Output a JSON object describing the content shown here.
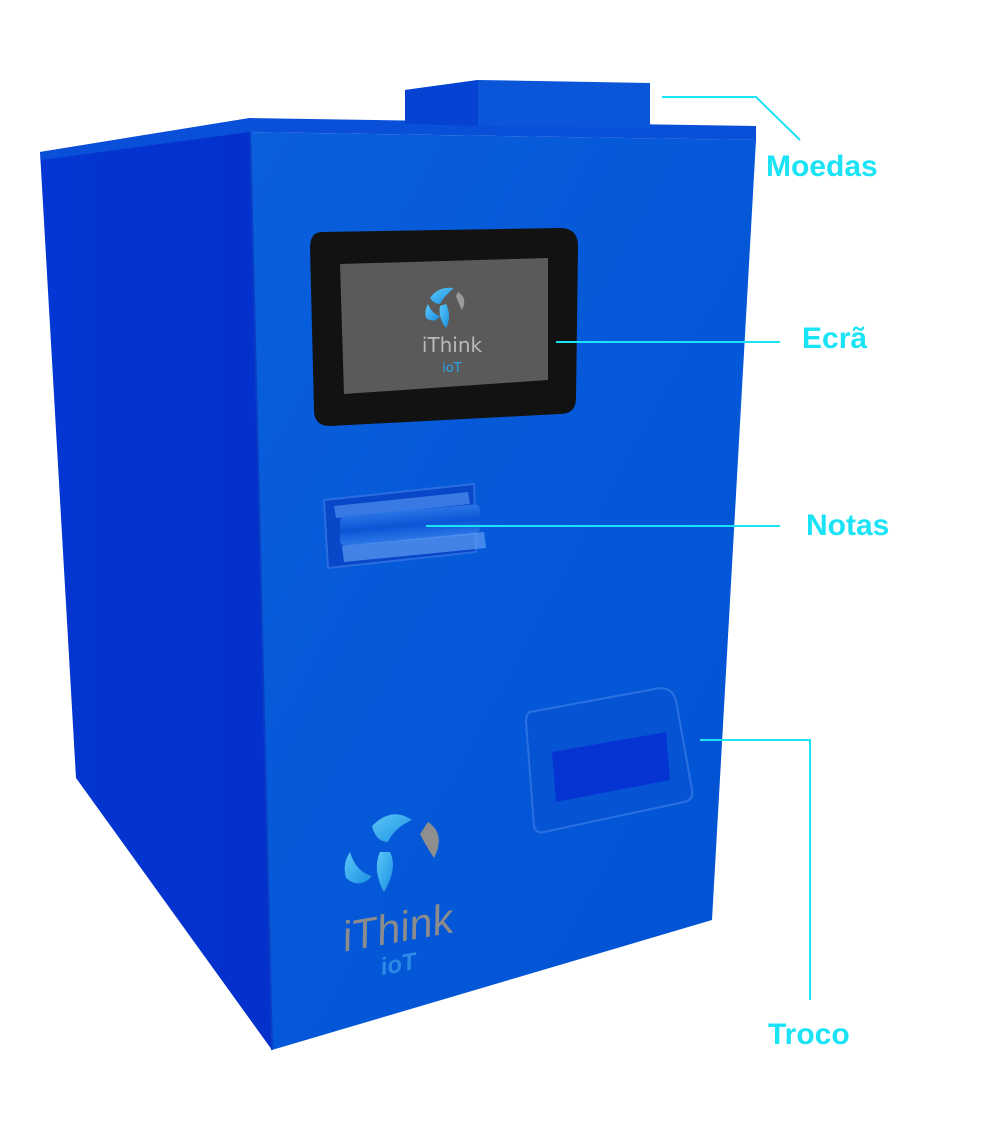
{
  "labels": {
    "coins": "Moedas",
    "screen": "Ecrã",
    "notes": "Notas",
    "change": "Troco"
  },
  "screen_logo": {
    "name": "iThink",
    "sub": "ioT"
  },
  "body_logo": {
    "name": "iThink",
    "sub": "ioT"
  },
  "colors": {
    "callout": "#19e3f5",
    "machine_front": "#0257d6",
    "machine_side": "#0232d0",
    "screen_bezel": "#121212",
    "screen_display": "#5a5a5a",
    "logo_blue": "#2aa6ef",
    "logo_grey": "#8f8f8f"
  }
}
